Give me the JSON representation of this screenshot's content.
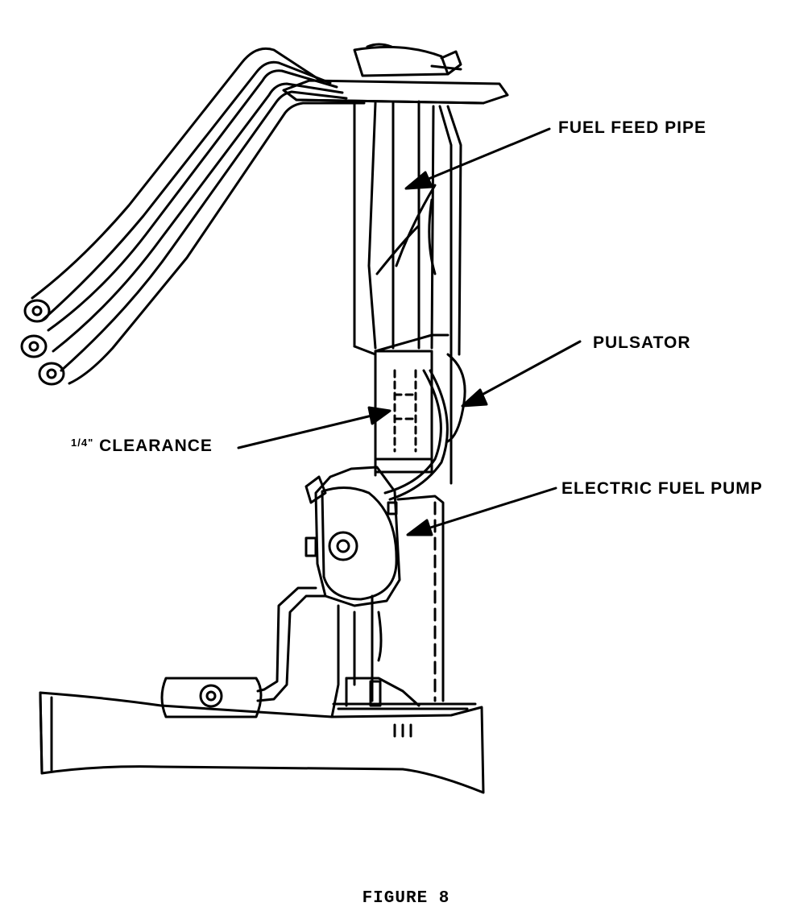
{
  "labels": {
    "fuel_feed_pipe": "FUEL FEED PIPE",
    "pulsator": "PULSATOR",
    "clearance_fraction": "1/4\"",
    "clearance_text": "CLEARANCE",
    "electric_fuel_pump": "ELECTRIC FUEL PUMP"
  },
  "caption": "FIGURE 8"
}
